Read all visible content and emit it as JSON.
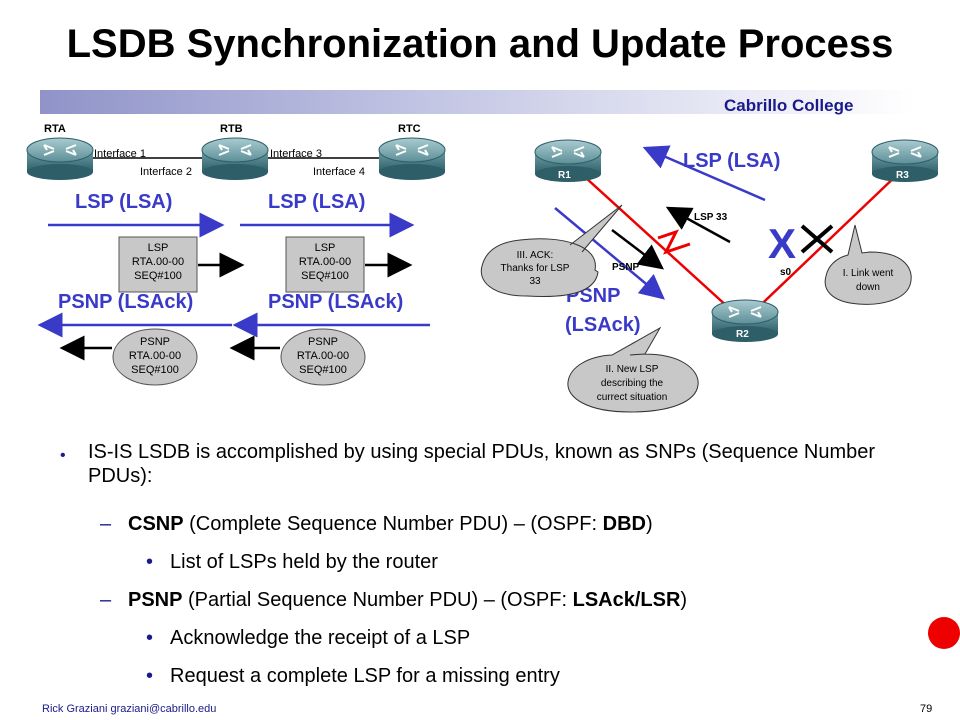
{
  "title": "LSDB Synchronization and Update Process",
  "college": "Cabrillo College",
  "left_diagram": {
    "routers": [
      "RTA",
      "RTB",
      "RTC"
    ],
    "interfaces": [
      "Interface 1",
      "Interface 2",
      "Interface 3",
      "Interface 4"
    ],
    "lsp_label_1": "LSP (LSA)",
    "lsp_label_2": "LSP (LSA)",
    "psnp_label_1": "PSNP (LSAck)",
    "psnp_label_2": "PSNP (LSAck)",
    "lsp_box_1": [
      "LSP",
      "RTA.00-00",
      "SEQ#100"
    ],
    "lsp_box_2": [
      "LSP",
      "RTA.00-00",
      "SEQ#100"
    ],
    "psnp_box_1": [
      "PSNP",
      "RTA.00-00",
      "SEQ#100"
    ],
    "psnp_box_2": [
      "PSNP",
      "RTA.00-00",
      "SEQ#100"
    ]
  },
  "right_diagram": {
    "routers": [
      "R1",
      "R2",
      "R3"
    ],
    "lsp_label": "LSP (LSA)",
    "psnp_label_line1": "PSNP",
    "psnp_label_line2": "(LSAck)",
    "arrow_lsp33": "LSP 33",
    "arrow_psnp": "PSNP",
    "interface_s0": "s0",
    "bubble_ack": [
      "III. ACK:",
      "Thanks for LSP",
      "33"
    ],
    "bubble_link": [
      "I. Link went",
      "down"
    ],
    "bubble_newlsp": [
      "II. New LSP",
      "describing the",
      "currect situation"
    ]
  },
  "bullets": {
    "main": "IS-IS LSDB is accomplished by using special PDUs, known as SNPs (Sequence Number PDUs):",
    "csnp_bold": "CSNP",
    "csnp_rest": " (Complete Sequence Number PDU) – (OSPF: ",
    "csnp_ospf": "DBD",
    "csnp_close": ")",
    "csnp_sub": "List of LSPs held by the router",
    "psnp_bold": "PSNP",
    "psnp_rest": " (Partial Sequence Number PDU) – (OSPF: ",
    "psnp_ospf": "LSAck/LSR",
    "psnp_close": ")",
    "psnp_sub1": "Acknowledge the receipt of a LSP",
    "psnp_sub2": "Request a complete LSP for a missing entry"
  },
  "footer": "Rick Graziani  graziani@cabrillo.edu",
  "page_number": "79",
  "colors": {
    "accent_blue": "#3a3ac8",
    "title_blue": "#1a1a8c",
    "link_red": "#ee0000"
  }
}
